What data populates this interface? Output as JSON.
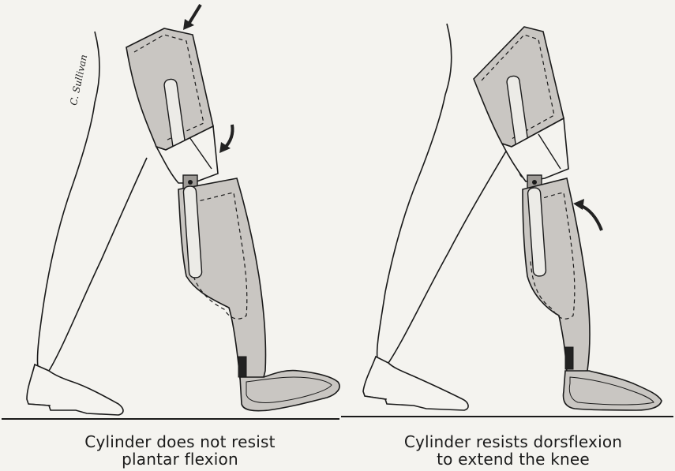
{
  "figure": {
    "left_panel": {
      "caption_line1": "Cylinder does not resist",
      "caption_line2": "plantar flexion"
    },
    "right_panel": {
      "caption_line1": "Cylinder resists dorsflexion",
      "caption_line2": "to extend the knee"
    },
    "signature": "C. Sullivan"
  },
  "colors": {
    "background": "#f4f3ef",
    "prosthesis_fill": "#c9c6c2",
    "line": "#1a1a1a",
    "arrow": "#222222"
  }
}
